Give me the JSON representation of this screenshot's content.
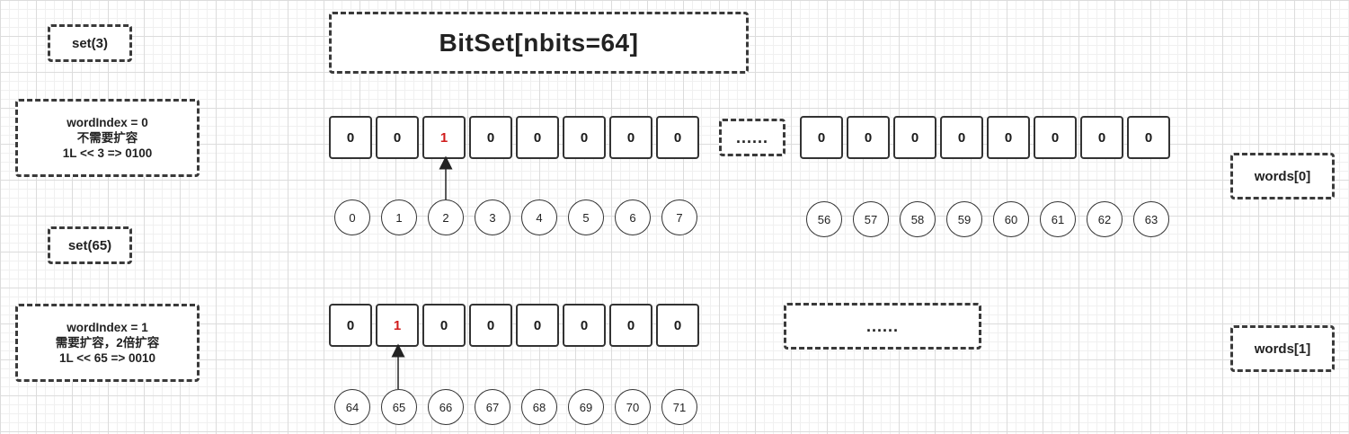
{
  "title": "BitSet[nbits=64]",
  "ops": [
    {
      "label": "set(3)",
      "info": [
        "wordIndex = 0",
        "不需要扩容",
        "1L << 3 => 0100"
      ]
    },
    {
      "label": "set(65)",
      "info": [
        "wordIndex = 1",
        "需要扩容，2倍扩容",
        "1L << 65 => 0010"
      ]
    }
  ],
  "words": [
    {
      "label": "words[0]",
      "first_bits": [
        "0",
        "0",
        "1",
        "0",
        "0",
        "0",
        "0",
        "0"
      ],
      "first_highlight": 2,
      "first_indices": [
        "0",
        "1",
        "2",
        "3",
        "4",
        "5",
        "6",
        "7"
      ],
      "ellipsis": "......",
      "last_bits": [
        "0",
        "0",
        "0",
        "0",
        "0",
        "0",
        "0",
        "0"
      ],
      "last_indices": [
        "56",
        "57",
        "58",
        "59",
        "60",
        "61",
        "62",
        "63"
      ]
    },
    {
      "label": "words[1]",
      "first_bits": [
        "0",
        "1",
        "0",
        "0",
        "0",
        "0",
        "0",
        "0"
      ],
      "first_highlight": 1,
      "first_indices": [
        "64",
        "65",
        "66",
        "67",
        "68",
        "69",
        "70",
        "71"
      ],
      "ellipsis": "......"
    }
  ]
}
